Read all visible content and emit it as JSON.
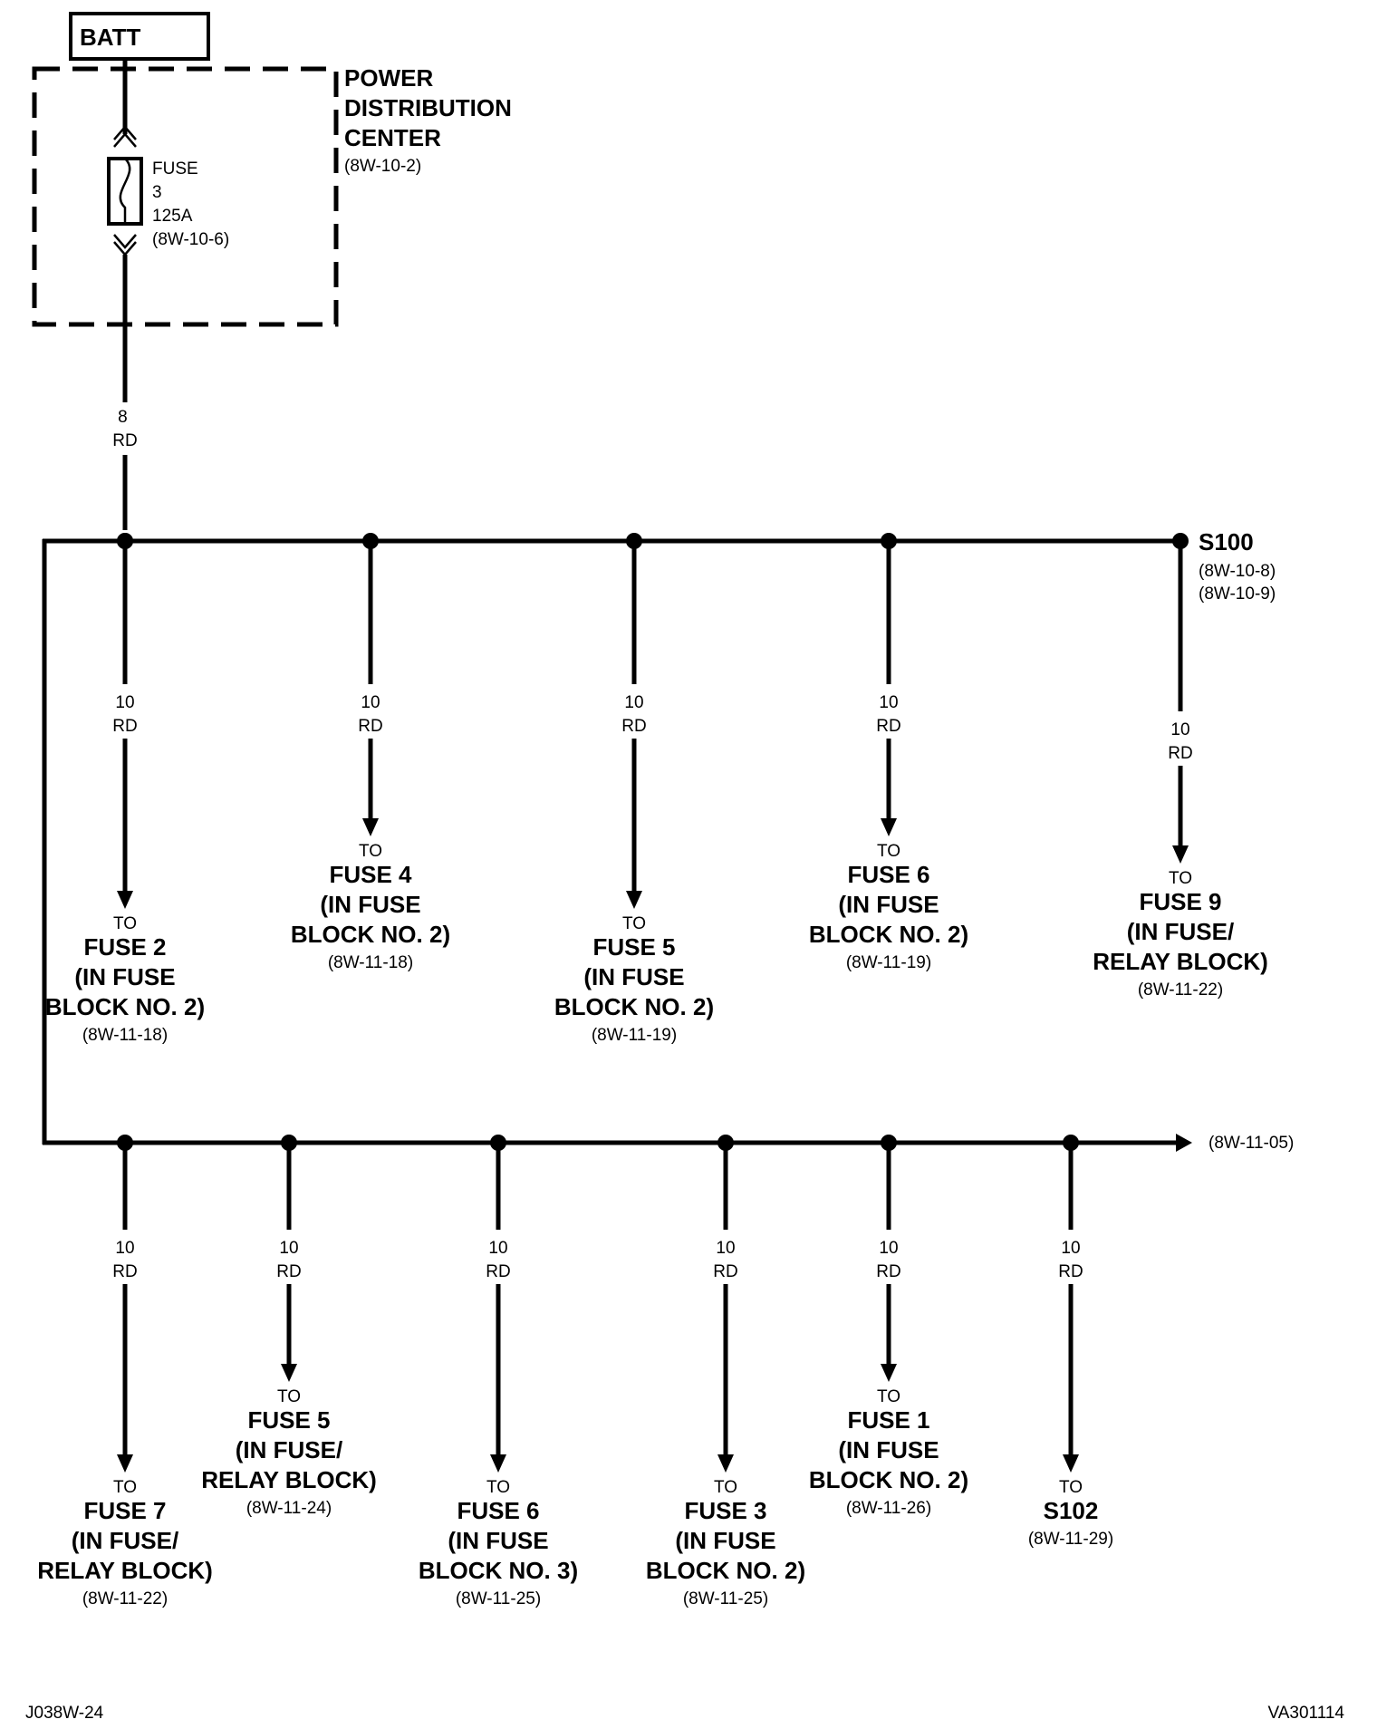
{
  "batt": {
    "label": "BATT"
  },
  "pdc": {
    "title_lines": [
      "POWER",
      "DISTRIBUTION",
      "CENTER"
    ],
    "ref": "(8W-10-2)",
    "fuse": {
      "lines": [
        "FUSE",
        "3",
        "125A",
        "(8W-10-6)"
      ]
    }
  },
  "feed_wire": {
    "gauge": "8",
    "color": "RD"
  },
  "splice_s100": {
    "label": "S100",
    "refs": [
      "(8W-10-8)",
      "(8W-10-9)"
    ]
  },
  "continuation": {
    "ref": "(8W-11-05)"
  },
  "footer": {
    "left_code": "J038W-24",
    "right_code": "VA301114"
  },
  "branches_top": [
    {
      "gauge": "10",
      "color": "RD",
      "to": "TO",
      "name_lines": [
        "FUSE 2",
        "(IN FUSE",
        "BLOCK NO. 2)"
      ],
      "ref": "(8W-11-18)"
    },
    {
      "gauge": "10",
      "color": "RD",
      "to": "TO",
      "name_lines": [
        "FUSE 4",
        "(IN FUSE",
        "BLOCK NO. 2)"
      ],
      "ref": "(8W-11-18)"
    },
    {
      "gauge": "10",
      "color": "RD",
      "to": "TO",
      "name_lines": [
        "FUSE 5",
        "(IN FUSE",
        "BLOCK NO. 2)"
      ],
      "ref": "(8W-11-19)"
    },
    {
      "gauge": "10",
      "color": "RD",
      "to": "TO",
      "name_lines": [
        "FUSE 6",
        "(IN FUSE",
        "BLOCK NO. 2)"
      ],
      "ref": "(8W-11-19)"
    },
    {
      "gauge": "10",
      "color": "RD",
      "to": "TO",
      "name_lines": [
        "FUSE 9",
        "(IN FUSE/",
        "RELAY BLOCK)"
      ],
      "ref": "(8W-11-22)"
    }
  ],
  "branches_bottom": [
    {
      "gauge": "10",
      "color": "RD",
      "to": "TO",
      "name_lines": [
        "FUSE 7",
        "(IN FUSE/",
        "RELAY BLOCK)"
      ],
      "ref": "(8W-11-22)"
    },
    {
      "gauge": "10",
      "color": "RD",
      "to": "TO",
      "name_lines": [
        "FUSE 5",
        "(IN FUSE/",
        "RELAY BLOCK)"
      ],
      "ref": "(8W-11-24)"
    },
    {
      "gauge": "10",
      "color": "RD",
      "to": "TO",
      "name_lines": [
        "FUSE 6",
        "(IN FUSE",
        "BLOCK NO. 3)"
      ],
      "ref": "(8W-11-25)"
    },
    {
      "gauge": "10",
      "color": "RD",
      "to": "TO",
      "name_lines": [
        "FUSE 3",
        "(IN FUSE",
        "BLOCK NO. 2)"
      ],
      "ref": "(8W-11-25)"
    },
    {
      "gauge": "10",
      "color": "RD",
      "to": "TO",
      "name_lines": [
        "FUSE 1",
        "(IN FUSE",
        "BLOCK NO. 2)"
      ],
      "ref": "(8W-11-26)"
    },
    {
      "gauge": "10",
      "color": "RD",
      "to": "TO",
      "name_lines": [
        "S102"
      ],
      "ref": "(8W-11-29)"
    }
  ]
}
